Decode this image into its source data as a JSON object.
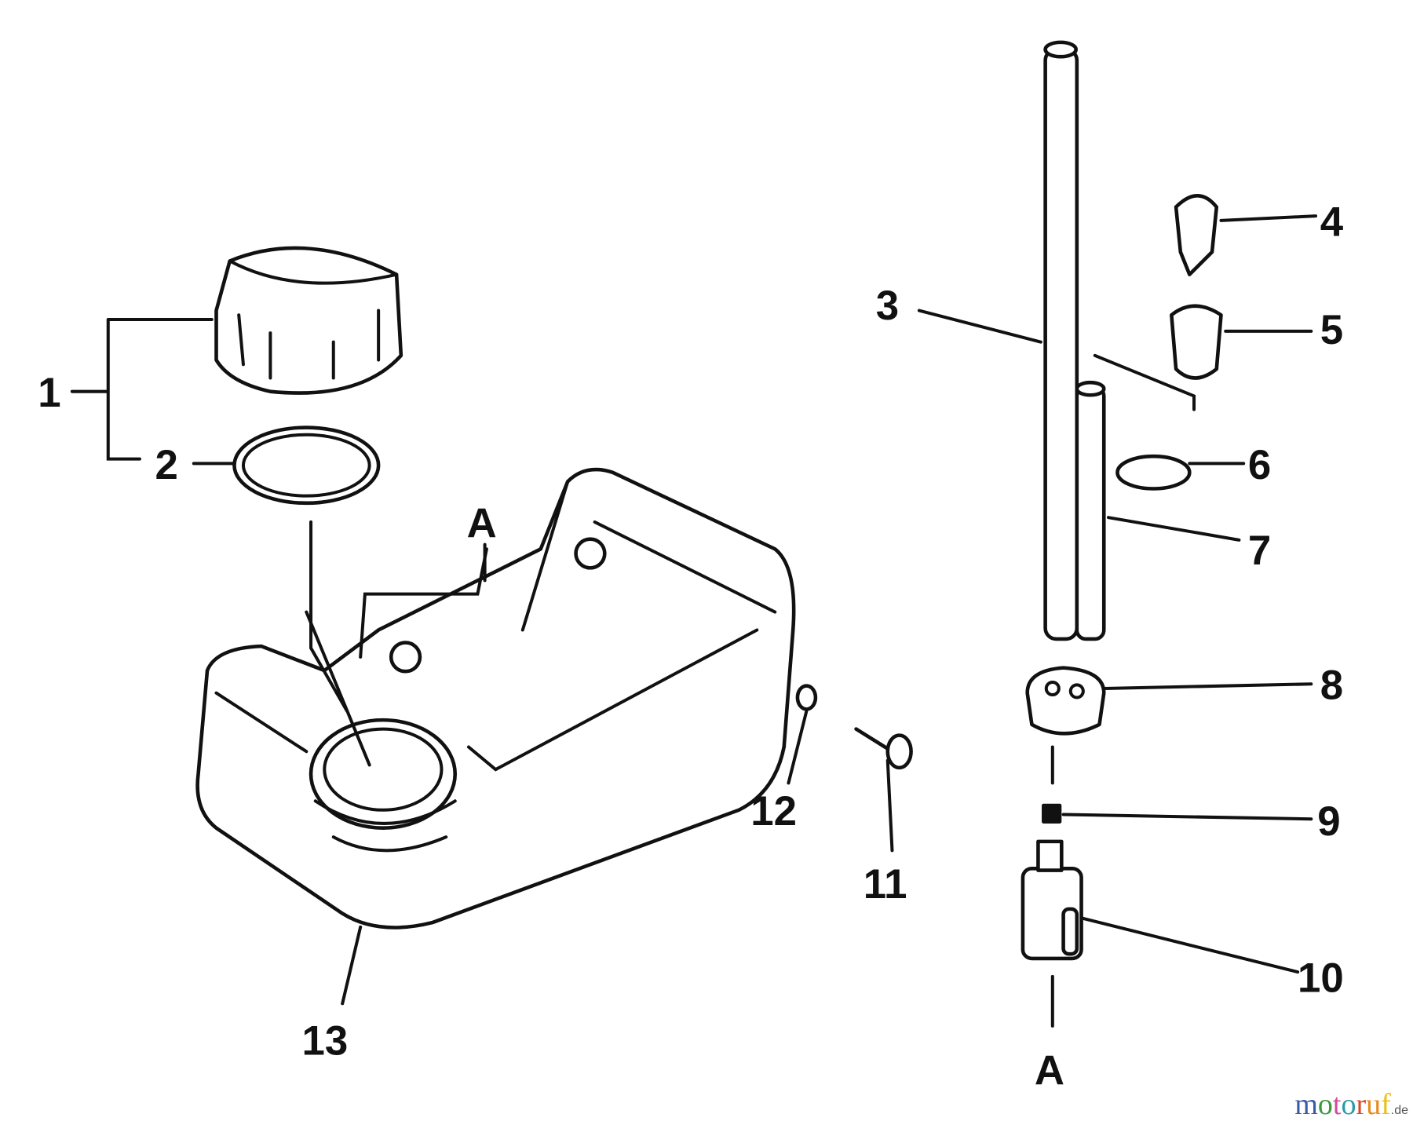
{
  "labels": {
    "p1": "1",
    "p2": "2",
    "p3": "3",
    "p4": "4",
    "p5": "5",
    "p6": "6",
    "p7": "7",
    "p8": "8",
    "p9": "9",
    "p10": "10",
    "p11": "11",
    "p12": "12",
    "p13": "13",
    "a_top": "A",
    "a_bottom": "A"
  },
  "watermark": {
    "brand": "motoruf",
    "tld": ".de"
  }
}
